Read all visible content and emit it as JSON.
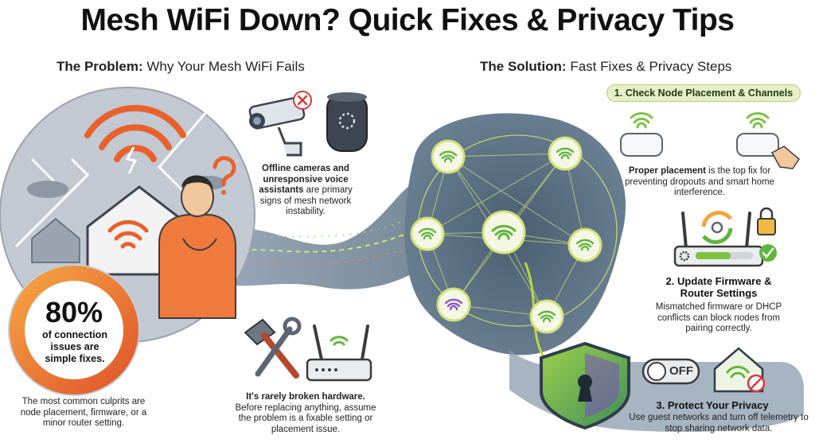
{
  "title": "Mesh WiFi Down? Quick Fixes & Privacy Tips",
  "problem": {
    "heading_bold": "The Problem:",
    "heading_rest": " Why Your Mesh WiFi Fails",
    "devices_bold": "Offline cameras and unresponsive voice assistants",
    "devices_rest": " are primary signs of mesh network instability.",
    "stat_value": "80%",
    "stat_label": "of connection issues are simple fixes.",
    "culprits": "The most common culprits are node placement, firmware, or a minor router setting.",
    "hardware_bold": "It's rarely broken hardware.",
    "hardware_rest": " Before replacing anything, assume the problem is a fixable setting or placement issue."
  },
  "solution": {
    "heading_bold": "The Solution:",
    "heading_rest": " Fast Fixes & Privacy Steps",
    "step1_title": "1. Check Node Placement & Channels",
    "step1_bold": "Proper placement",
    "step1_rest": " is the top fix for preventing dropouts and smart home interference.",
    "step2_title": "2. Update Firmware & Router Settings",
    "step2_text": "Mismatched firmware or DHCP conflicts can block nodes from pairing correctly.",
    "step3_title": "3. Protect Your Privacy",
    "step3_text": "Use guest networks and turn off telemetry to stop sharing network data.",
    "toggle_label": "OFF"
  },
  "colors": {
    "orange": "#e8612c",
    "green": "#7ec242",
    "blue_gray": "#5d7386",
    "purple": "#8b57c6",
    "lime": "#c9d95a"
  },
  "icons": [
    "wifi-icon",
    "camera-icon",
    "close-icon",
    "speaker-icon",
    "house-icon",
    "question-icon",
    "hammer-icon",
    "wrench-icon",
    "router-icon",
    "hand-icon",
    "refresh-icon",
    "gear-icon",
    "lock-icon",
    "check-icon",
    "shield-icon",
    "keyhole-icon",
    "toggle-icon",
    "block-icon"
  ]
}
